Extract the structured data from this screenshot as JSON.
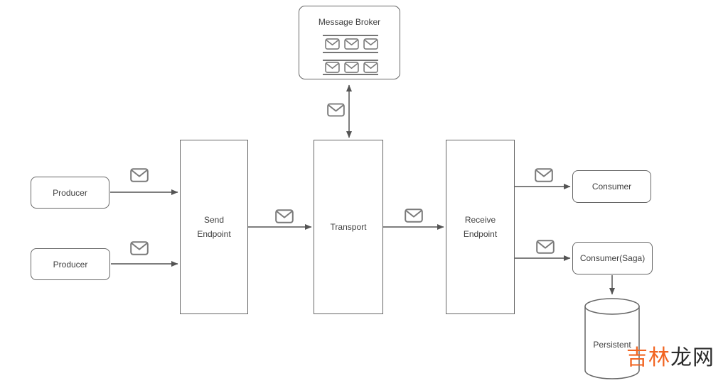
{
  "nodes": {
    "message_broker": {
      "label": "Message Broker"
    },
    "producer_top": {
      "label": "Producer"
    },
    "producer_bottom": {
      "label": "Producer"
    },
    "send_endpoint": {
      "label": "Send Endpoint",
      "lines": [
        "Send",
        "Endpoint"
      ]
    },
    "transport": {
      "label": "Transport"
    },
    "receive_endpoint": {
      "label": "Receive Endpoint",
      "lines": [
        "Receive",
        "Endpoint"
      ]
    },
    "consumer": {
      "label": "Consumer"
    },
    "consumer_saga": {
      "label": "Consumer(Saga)"
    },
    "persistent_store": {
      "label": "Persistent"
    }
  },
  "icons": {
    "envelope": "envelope-icon",
    "broker_queue_rows": 2,
    "broker_envelopes_per_row": 3,
    "arrow_envelopes": 7
  },
  "watermark": {
    "text": "吉林龙网",
    "highlight": "吉林",
    "rest": "龙网",
    "highlight_color": "#f26522",
    "rest_color": "#2b2b2b"
  },
  "colors": {
    "background": "#ffffff",
    "box_border": "#666666",
    "arrow": "#545454",
    "envelope": "#7a7a7a",
    "text": "#3f3f3f"
  }
}
